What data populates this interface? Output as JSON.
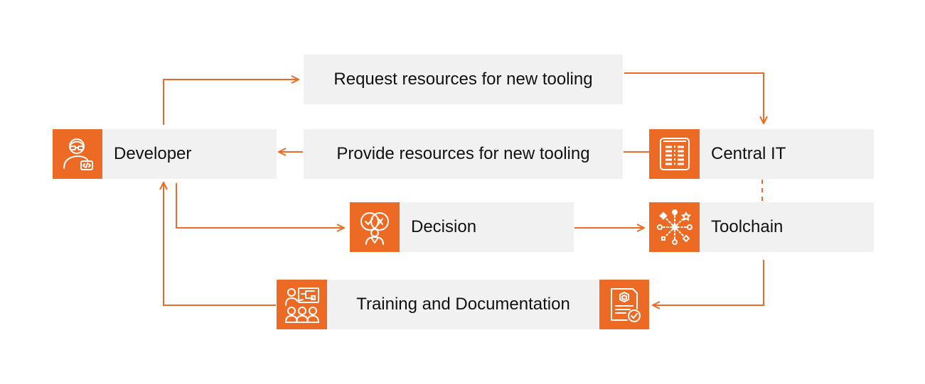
{
  "diagram": {
    "accent_color": "#ec6a24",
    "box_color": "#f1f1f1",
    "nodes": {
      "developer": {
        "label": "Developer",
        "icon": "developer-icon"
      },
      "request": {
        "label": "Request resources for new tooling"
      },
      "provide": {
        "label": "Provide resources for new tooling"
      },
      "central_it": {
        "label": "Central IT",
        "icon": "server-rack-icon"
      },
      "decision": {
        "label": "Decision",
        "icon": "decision-icon"
      },
      "toolchain": {
        "label": "Toolchain",
        "icon": "toolchain-icon"
      },
      "training": {
        "label": "Training and Documentation",
        "icon": "training-presentation-icon",
        "end_icon": "certified-document-icon"
      }
    },
    "edges": [
      {
        "from": "developer",
        "to": "request"
      },
      {
        "from": "request",
        "to": "central_it"
      },
      {
        "from": "central_it",
        "to": "provide"
      },
      {
        "from": "provide",
        "to": "developer"
      },
      {
        "from": "developer",
        "to": "decision"
      },
      {
        "from": "decision",
        "to": "toolchain"
      },
      {
        "from": "central_it",
        "to": "toolchain",
        "style": "dashed"
      },
      {
        "from": "toolchain",
        "to": "training"
      },
      {
        "from": "training",
        "to": "developer"
      }
    ]
  }
}
